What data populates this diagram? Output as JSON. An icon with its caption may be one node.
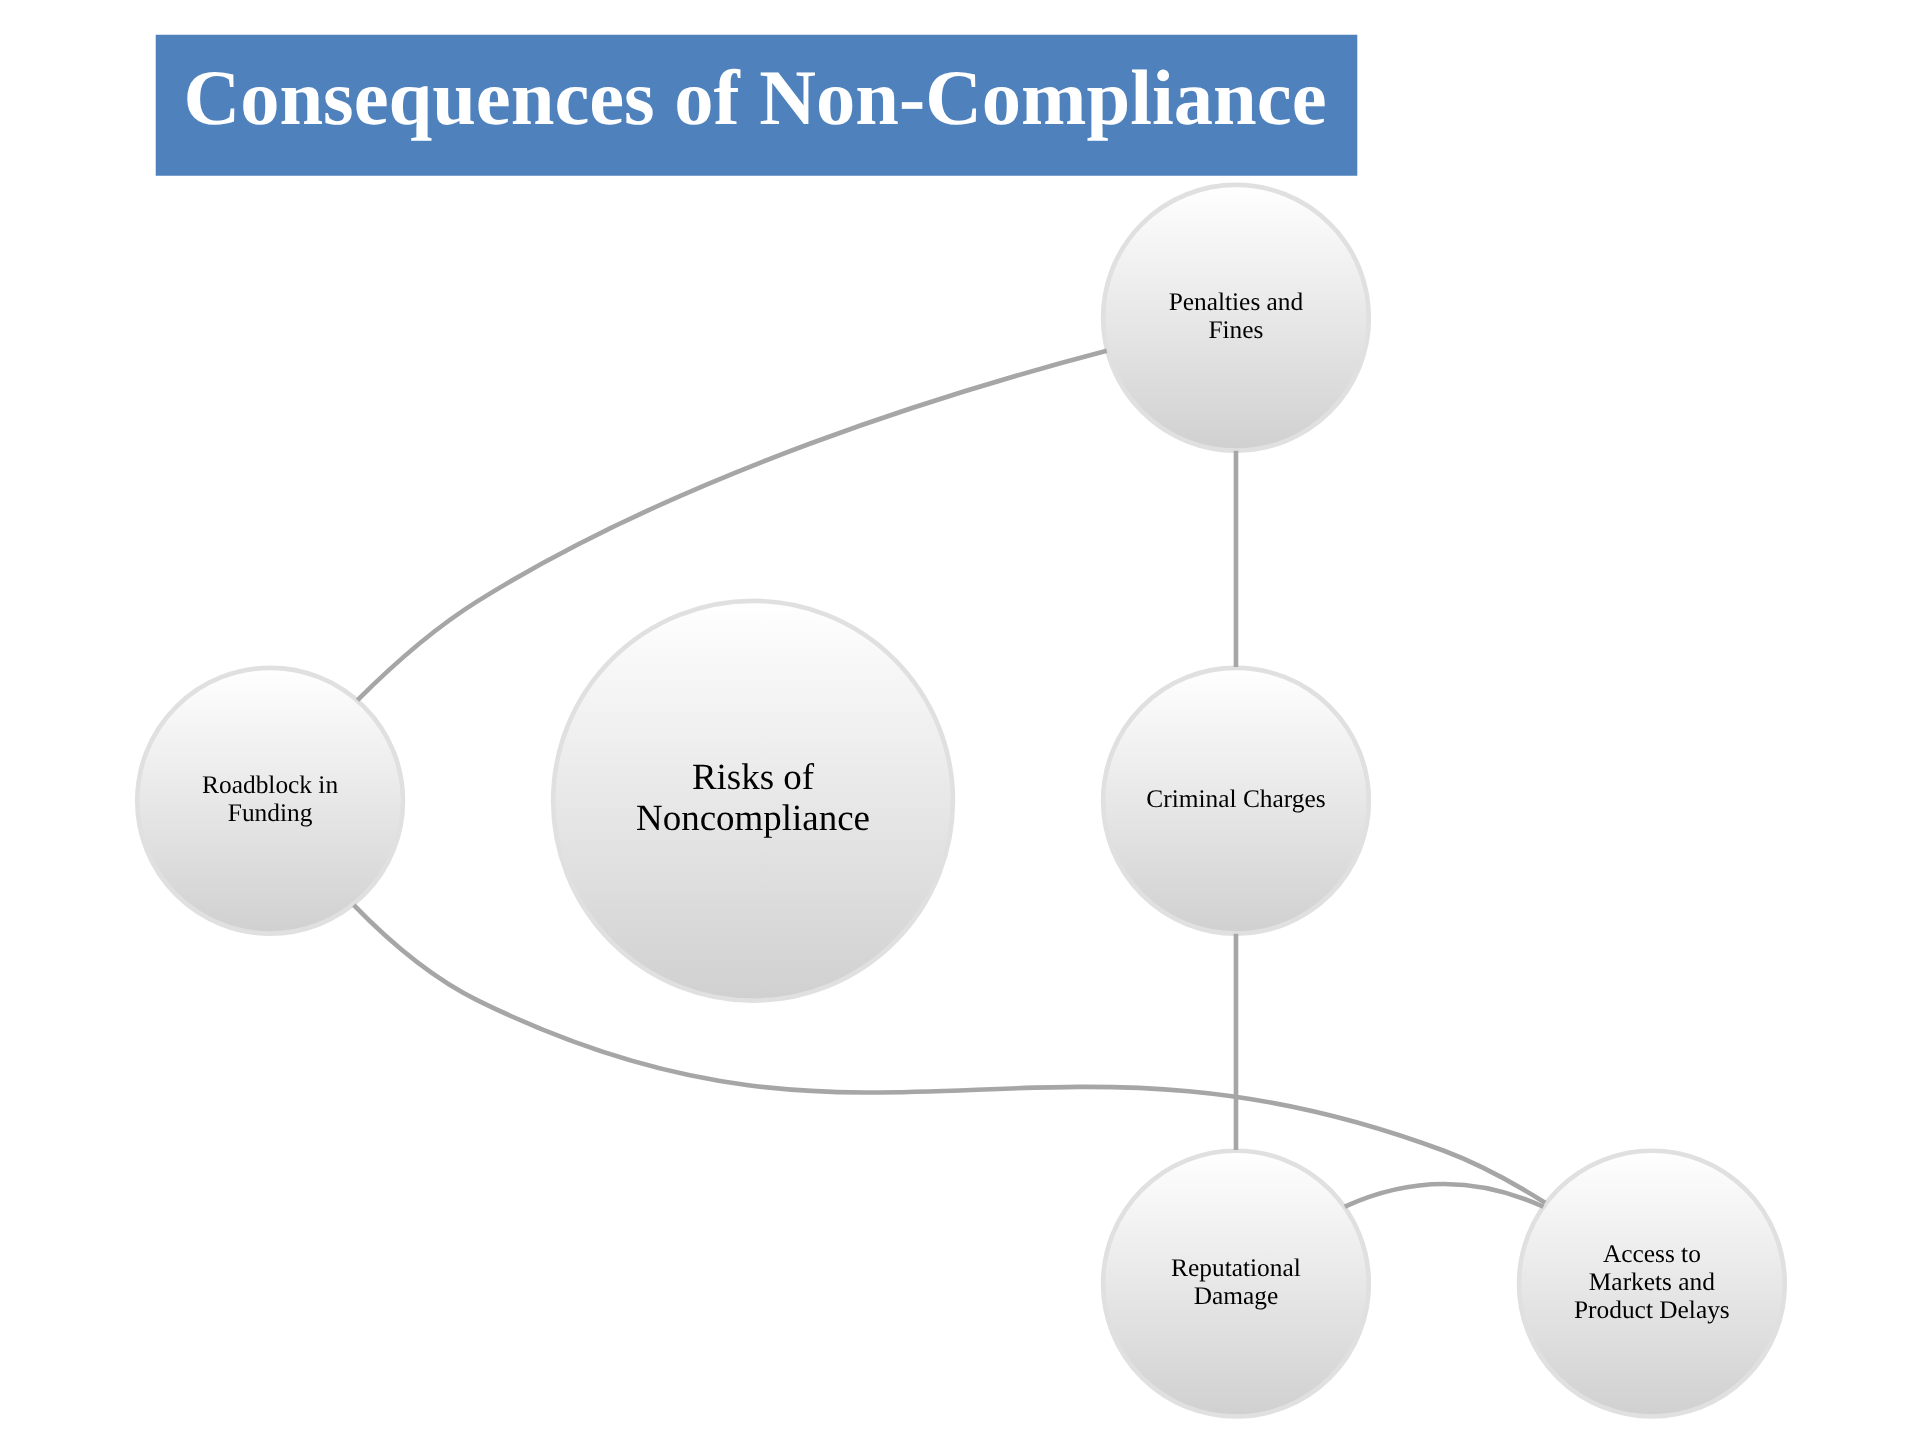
{
  "diagram": {
    "title": "Consequences of Non-Compliance",
    "nodes": [
      {
        "text": [
          "Penalties and Fines"
        ]
      },
      {
        "text": [
          "Criminal Charges"
        ]
      },
      {
        "text": [
          "Reputational Damage"
        ]
      },
      {
        "text": [
          "Access to Markets and Product Delays"
        ]
      },
      {
        "text": [
          "Roadblock in Funding"
        ]
      },
      {
        "text": [
          "Risks of Noncompliance"
        ]
      }
    ],
    "edges": [
      {
        "from": 0,
        "to": 1,
        "arrow": "none"
      },
      {
        "from": 1,
        "to": 2,
        "arrow": "none"
      },
      {
        "from": 2,
        "to": 3,
        "arrow": "none"
      },
      {
        "from": 3,
        "to": 4,
        "arrow": "none"
      },
      {
        "from": 4,
        "to": 0,
        "arrow": "none"
      }
    ]
  }
}
